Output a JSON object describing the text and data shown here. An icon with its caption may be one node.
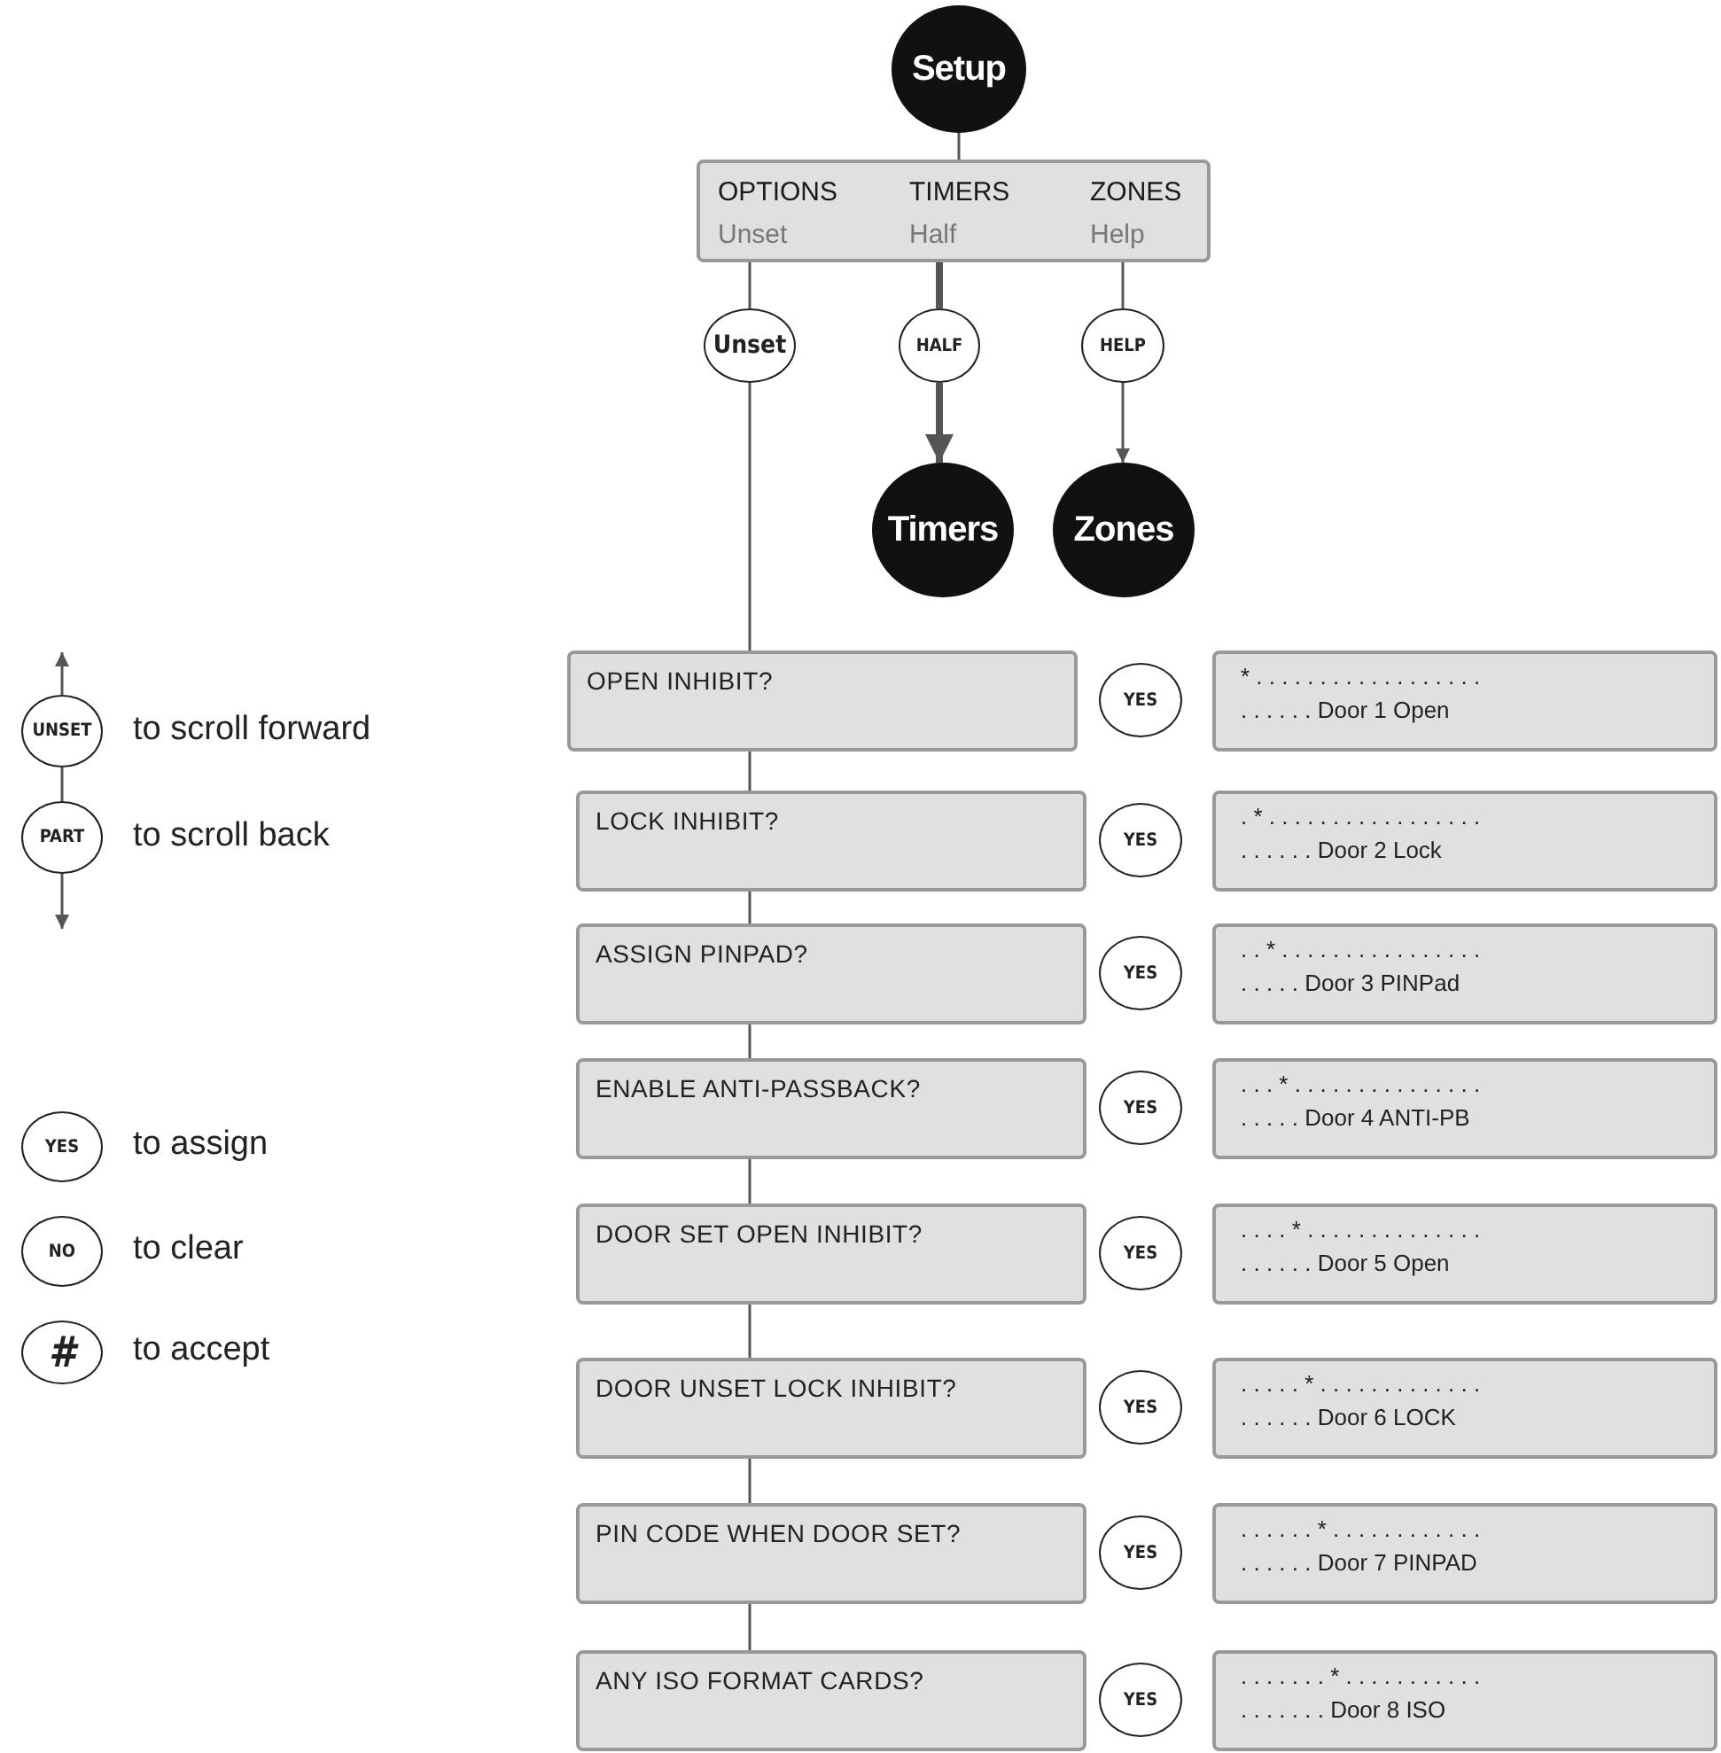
{
  "diagram": {
    "nodes": [
      {
        "text": [
          "Setup"
        ]
      },
      {
        "text": [
          "OPTIONS",
          "TIMERS",
          "ZONES",
          "Unset",
          "Half",
          "Help"
        ]
      },
      {
        "text": [
          "Unset"
        ]
      },
      {
        "text": [
          "HALF"
        ]
      },
      {
        "text": [
          "HELP"
        ]
      },
      {
        "text": [
          "Timers"
        ]
      },
      {
        "text": [
          "Zones"
        ]
      },
      {
        "text": [
          "OPEN INHIBIT?"
        ]
      },
      {
        "text": [
          "YES"
        ]
      },
      {
        "text": [
          "* . . . . . . . . . . . . . . . . . .",
          ". . . . . . Door 1 Open"
        ]
      },
      {
        "text": [
          "LOCK INHIBIT?"
        ]
      },
      {
        "text": [
          "YES"
        ]
      },
      {
        "text": [
          ". * . . . . . . . . . . . . . . . . .",
          ". . . . . . Door 2 Lock"
        ]
      },
      {
        "text": [
          "ASSIGN PINPAD?"
        ]
      },
      {
        "text": [
          "YES"
        ]
      },
      {
        "text": [
          ". . * . . . . . . . . . . . . . . . .",
          ". . . . . Door 3 PINPad"
        ]
      },
      {
        "text": [
          "ENABLE ANTI-PASSBACK?"
        ]
      },
      {
        "text": [
          "YES"
        ]
      },
      {
        "text": [
          ". . . * . . . . . . . . . . . . . . .",
          ". . . . . Door 4 ANTI-PB"
        ]
      },
      {
        "text": [
          "DOOR SET OPEN INHIBIT?"
        ]
      },
      {
        "text": [
          "YES"
        ]
      },
      {
        "text": [
          ". . . . * . . . . . . . . . . . . . .",
          ". . . . . . Door 5 Open"
        ]
      },
      {
        "text": [
          "DOOR UNSET LOCK INHIBIT?"
        ]
      },
      {
        "text": [
          "YES"
        ]
      },
      {
        "text": [
          ". . . . . * . . . . . . . . . . . . .",
          ". . . . . . Door 6 LOCK"
        ]
      },
      {
        "text": [
          "PIN CODE WHEN DOOR SET?"
        ]
      },
      {
        "text": [
          "YES"
        ]
      },
      {
        "text": [
          ". . . . . . * . . . . . . . . . . . .",
          ". . . . . . Door 7 PINPAD"
        ]
      },
      {
        "text": [
          "ANY ISO FORMAT CARDS?"
        ]
      },
      {
        "text": [
          "YES"
        ]
      },
      {
        "text": [
          ". . . . . . . * . . . . . . . . . . .",
          ". . . . . . . Door 8 ISO"
        ]
      },
      {
        "text": [
          "UNSET"
        ],
        "beside": [
          "to scroll forward"
        ]
      },
      {
        "text": [
          "PART"
        ],
        "beside": [
          "to scroll back"
        ]
      },
      {
        "text": [
          "YES"
        ],
        "beside": [
          "to assign"
        ]
      },
      {
        "text": [
          "NO"
        ],
        "beside": [
          "to clear"
        ]
      },
      {
        "text": [
          "#"
        ],
        "beside": [
          "to accept"
        ]
      }
    ],
    "edges": [
      {
        "from": 0,
        "to": 1,
        "arrow": "none"
      },
      {
        "from": 1,
        "to": 2,
        "arrow": "none"
      },
      {
        "from": 1,
        "to": 3,
        "arrow": "none",
        "style": "thick"
      },
      {
        "from": 1,
        "to": 4,
        "arrow": "none"
      },
      {
        "from": 3,
        "to": 5,
        "arrow": "to",
        "style": "thick"
      },
      {
        "from": 4,
        "to": 6,
        "arrow": "to"
      },
      {
        "from": 2,
        "to": 7,
        "arrow": "none"
      },
      {
        "from": 7,
        "to": 10,
        "arrow": "none"
      },
      {
        "from": 10,
        "to": 13,
        "arrow": "none"
      },
      {
        "from": 13,
        "to": 16,
        "arrow": "none"
      },
      {
        "from": 16,
        "to": 19,
        "arrow": "none"
      },
      {
        "from": 19,
        "to": 22,
        "arrow": "none"
      },
      {
        "from": 22,
        "to": 25,
        "arrow": "none"
      },
      {
        "from": 25,
        "to": 28,
        "arrow": "none"
      },
      {
        "from": 31,
        "to": null,
        "arrow": "to"
      },
      {
        "from": 31,
        "to": 32,
        "arrow": "none"
      },
      {
        "from": 32,
        "to": null,
        "arrow": "to"
      }
    ]
  }
}
